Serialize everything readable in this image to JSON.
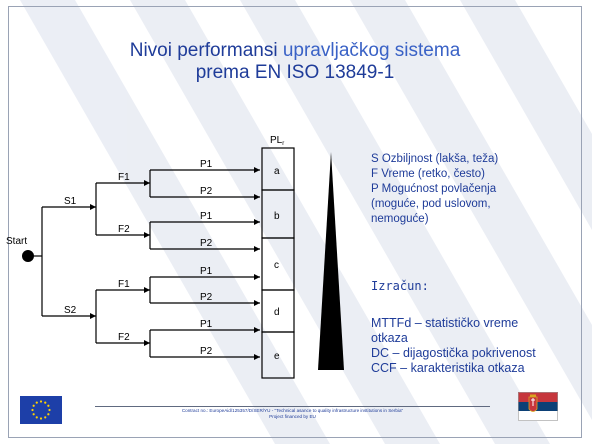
{
  "title": {
    "part1": "Nivoi performansi ",
    "part2": "upravljačkog sistema",
    "line2": "prema EN ISO 13849-1"
  },
  "diagram": {
    "start_label": "Start",
    "header": "PL",
    "header_sub": "r",
    "s_labels": [
      "S1",
      "S2"
    ],
    "f_labels": [
      "F1",
      "F2",
      "F1",
      "F2"
    ],
    "p_labels": [
      "P1",
      "P2",
      "P1",
      "P2",
      "P1",
      "P2",
      "P1",
      "P2"
    ],
    "levels": [
      "a",
      "b",
      "c",
      "d",
      "e"
    ]
  },
  "legend": [
    "S Ozbiljnost (lakša, teža)",
    "F Vreme (retko, često)",
    "P Mogućnost povlačenja",
    "(moguće, pod uslovom,",
    "nemoguće)"
  ],
  "calc_label": "Izračun:",
  "calc_items": [
    "MTTFd – statističko vreme",
    "otkaza",
    "DC – dijagostička pokrivenost",
    "CCF – karakteristika otkaza"
  ],
  "footer": {
    "line1": "Contract no.: EuropeAid/125357/D/SER/YU - \"Technical asance to quality infrastructure institutions in Serbia\"",
    "line2": "Project financed by EU"
  },
  "colors": {
    "text": "#1f3c99",
    "stripe": "#c7d0e3"
  },
  "icons": [
    "eu-flag-icon",
    "serbia-flag-icon"
  ]
}
